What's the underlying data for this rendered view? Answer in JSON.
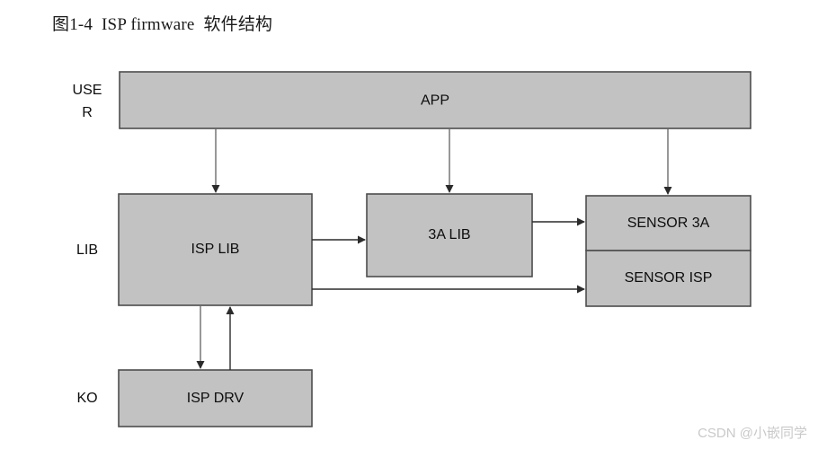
{
  "figure": {
    "title": "图1-4  ISP firmware  软件结构"
  },
  "layers": [
    {
      "name": "user-layer",
      "label": "USE\nR",
      "label_line1": "USE",
      "label_line2": "R"
    },
    {
      "name": "lib-layer",
      "label": "LIB"
    },
    {
      "name": "ko-layer",
      "label": "KO"
    }
  ],
  "blocks": {
    "app": "APP",
    "isp_lib": "ISP LIB",
    "three_a_lib": "3A LIB",
    "sensor_3a": "SENSOR 3A",
    "sensor_isp": "SENSOR ISP",
    "isp_drv": "ISP DRV"
  },
  "connections": [
    {
      "name": "app-to-isp-lib",
      "from": "APP",
      "to": "ISP LIB",
      "direction": "down"
    },
    {
      "name": "app-to-3a-lib",
      "from": "APP",
      "to": "3A LIB",
      "direction": "down"
    },
    {
      "name": "app-to-sensor-3a",
      "from": "APP",
      "to": "SENSOR 3A",
      "direction": "down"
    },
    {
      "name": "isp-lib-to-3a-lib",
      "from": "ISP LIB",
      "to": "3A LIB",
      "direction": "right"
    },
    {
      "name": "three-a-lib-to-sensor-3a",
      "from": "3A LIB",
      "to": "SENSOR 3A",
      "direction": "right"
    },
    {
      "name": "isp-lib-to-sensor-isp",
      "from": "ISP LIB",
      "to": "SENSOR ISP",
      "direction": "right"
    },
    {
      "name": "isp-lib-to-isp-drv",
      "from": "ISP LIB",
      "to": "ISP DRV",
      "direction": "down"
    },
    {
      "name": "isp-drv-to-isp-lib",
      "from": "ISP DRV",
      "to": "ISP LIB",
      "direction": "up"
    }
  ],
  "watermark": {
    "text": "CSDN @小嵌同学"
  },
  "colors": {
    "box_fill": "#c2c2c2",
    "box_stroke": "#4d4d4d",
    "arrow": "#2b2b2b",
    "text": "#0d0d0d",
    "watermark": "#c9c9c9",
    "background": "#ffffff"
  }
}
